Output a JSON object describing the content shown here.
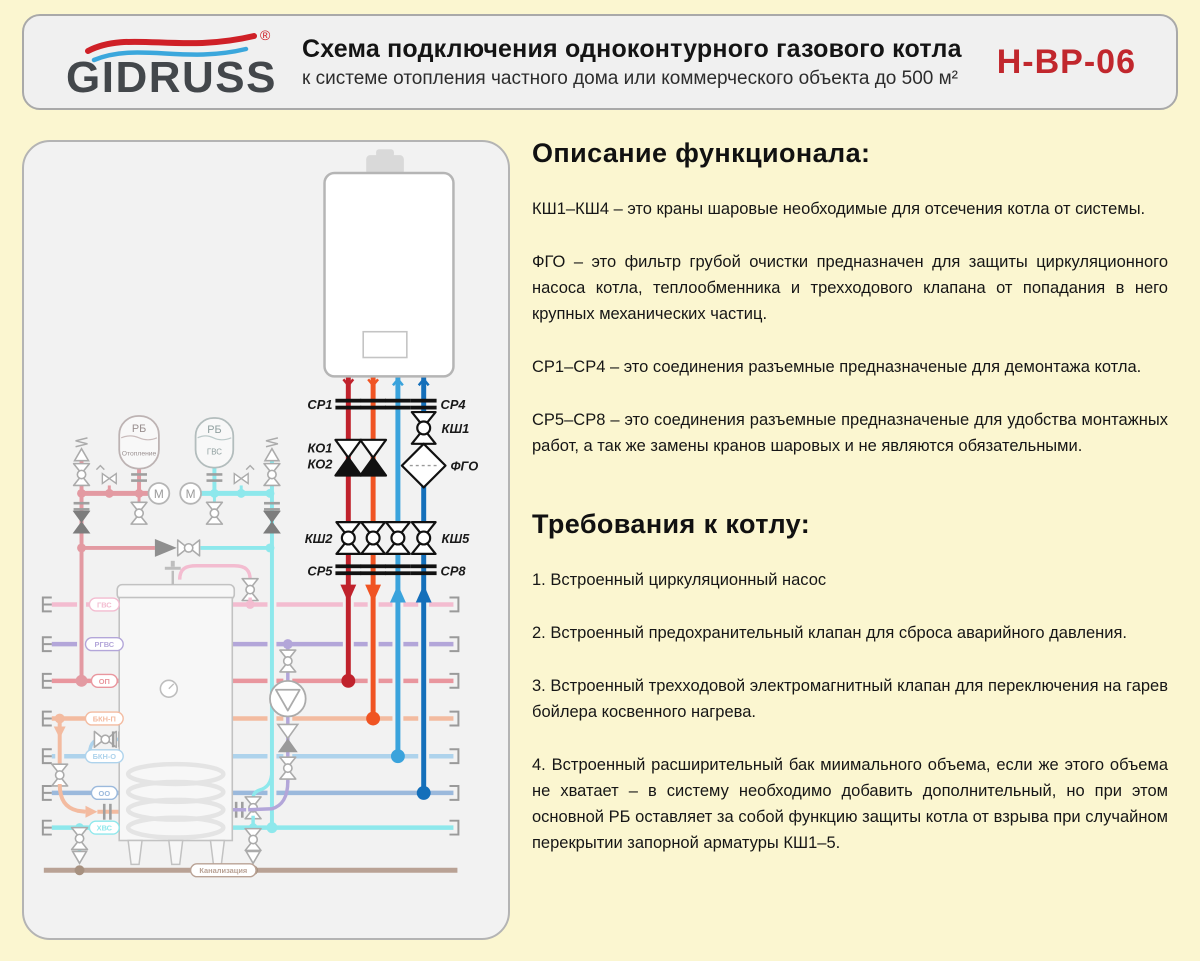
{
  "header": {
    "brand": "GIDRUSS",
    "registered": "®",
    "title": "Схема подключения одноконтурного газового котла",
    "subtitle": "к системе отопления частного дома или коммерческого объекта до 500 м²",
    "code": "H-BP-06",
    "code_color": "#c1272d"
  },
  "diagram": {
    "pipes": [
      "#c0222c",
      "#f05423",
      "#3aa3dc",
      "#146fba"
    ],
    "labels": {
      "cp1": "СР1",
      "cp4": "СР4",
      "ksh1": "КШ1",
      "ko1": "КО1",
      "ko2": "КО2",
      "fgo": "ФГО",
      "ksh2": "КШ2",
      "ksh5": "КШ5",
      "cp5": "СР5",
      "cp8": "СР8"
    },
    "tanks": {
      "rb": "РБ",
      "heating": "Отопление",
      "dhw": "ГВС",
      "motor": "М"
    },
    "lines": [
      {
        "label": "ГВС",
        "color": "#f3bcd0"
      },
      {
        "label": "РГВС",
        "color": "#b3a6d9"
      },
      {
        "label": "ОП",
        "color": "#e9969e"
      },
      {
        "label": "БКН-П",
        "color": "#f3bba0"
      },
      {
        "label": "БКН-О",
        "color": "#aed3ec"
      },
      {
        "label": "ОО",
        "color": "#9bb9dc"
      },
      {
        "label": "ХВС",
        "color": "#8ee8ec"
      },
      {
        "label": "Канализация",
        "color": "#b9a295"
      }
    ]
  },
  "sections": [
    {
      "heading": "Описание функционала:",
      "paragraphs": [
        "КШ1–КШ4 – это краны шаровые необходимые для отсечения котла от системы.",
        "ФГО – это фильтр грубой очистки предназначен для защиты циркуляционного насоса котла, теплообменника и трехходового клапана от попадания в него крупных механических частиц.",
        "СР1–СР4 – это соединения разъемные предназначеные для демонтажа котла.",
        "СР5–СР8 – это соединения разъемные предназначеные для удобства монтажных работ, а так же замены кранов шаровых и не являются обязательными."
      ]
    },
    {
      "heading": "Требования к котлу:",
      "paragraphs": [
        "1. Встроенный циркуляционный насос",
        "2. Встроенный предохранительный клапан для сброса аварийного давления.",
        "3. Встроенный трехходовой электромагнитный клапан для переключения на гарев бойлера косвенного нагрева.",
        "4. Встроенный расширительный бак миимального объема, если же этого объема не хватает – в систему необходимо добавить дополнительный, но при этом основной РБ оставляет за собой функцию защиты котла от взрыва при случайном перекрытии запорной арматуры КШ1–5."
      ]
    }
  ]
}
